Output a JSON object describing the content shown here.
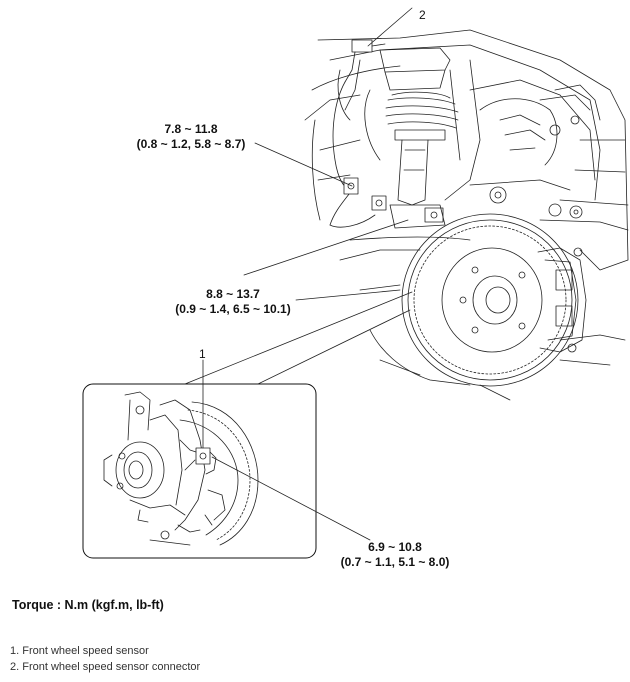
{
  "callouts": {
    "c1": "1",
    "c2": "2"
  },
  "torque_specs": [
    {
      "nm": "7.8 ~ 11.8",
      "alt": "(0.8 ~ 1.2, 5.8 ~ 8.7)"
    },
    {
      "nm": "8.8 ~ 13.7",
      "alt": "(0.9 ~ 1.4, 6.5 ~ 10.1)"
    },
    {
      "nm": "6.9 ~ 10.8",
      "alt": "(0.7 ~ 1.1, 5.1 ~ 8.0)"
    }
  ],
  "torque_unit": "Torque : N.m (kgf.m, lb-ft)",
  "legend": [
    "1. Front wheel speed sensor",
    "2. Front wheel speed sensor connector"
  ]
}
